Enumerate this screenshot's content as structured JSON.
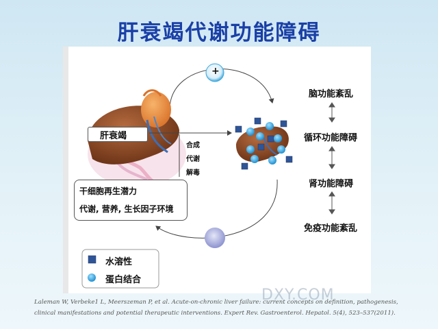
{
  "title": "肝衰竭代谢功能障碍",
  "liver_failure_label": "肝衰竭",
  "processes": [
    "合成",
    "代谢",
    "解毒"
  ],
  "stem_cell_box": {
    "line1": "干细胞再生潜力",
    "line2": "代谢, 营养, 生长因子环境"
  },
  "organ_dysfunctions": [
    "脑功能紊乱",
    "循环功能障碍",
    "肾功能障碍",
    "免疫功能紊乱"
  ],
  "plus_symbol": "+",
  "legend": {
    "water_soluble": "水溶性",
    "protein_bound": "蛋白结合"
  },
  "citation": {
    "line1": "Laleman W, Verbeke1 L, Meerszeman P, et al. Acute-on-chronic liver failure: current concepts on definition, pathogenesis,",
    "line2": "clinical manifestations and potential therapeutic interventions. Expert Rev. Gastroenterol. Hepatol. 5(4), 523–537(2011)."
  },
  "watermark": "DXY.COM",
  "colors": {
    "title": "#1a3fa6",
    "square": "#2f5597",
    "circle": "#29a9e0",
    "liver": "#8b4a2c"
  }
}
